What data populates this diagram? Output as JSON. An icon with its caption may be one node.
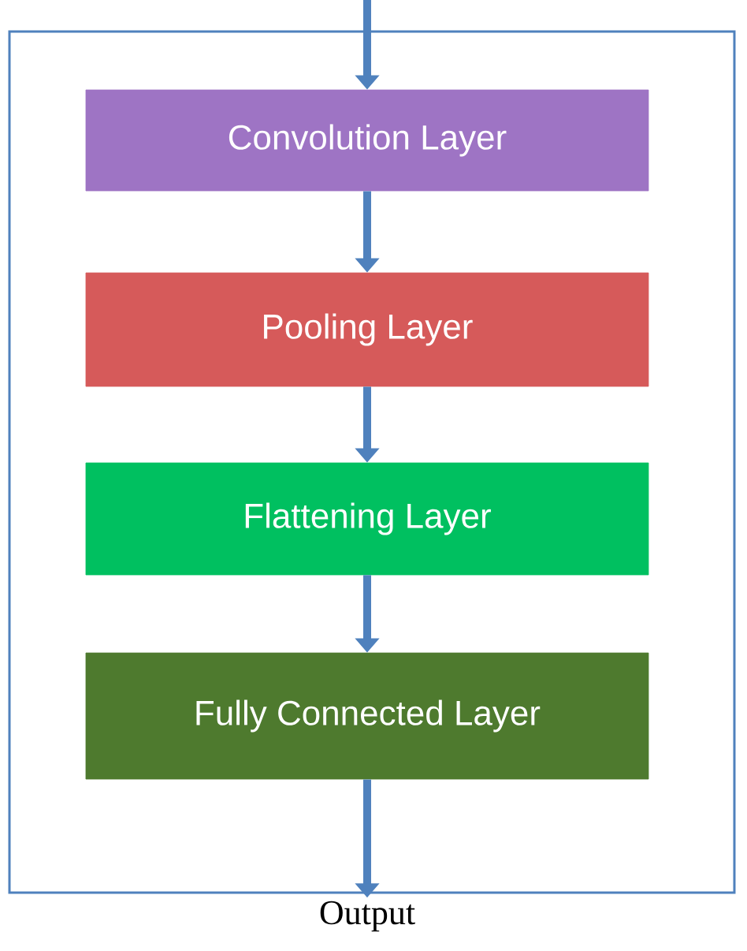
{
  "diagram": {
    "nodes": [
      {
        "text": [
          "Convolution Layer"
        ]
      },
      {
        "text": [
          "Pooling Layer"
        ]
      },
      {
        "text": [
          "Flattening Layer"
        ]
      },
      {
        "text": [
          "Fully Connected Layer"
        ]
      },
      {
        "text": [
          "Output"
        ]
      }
    ],
    "edges": [
      {
        "from": null,
        "to": 0,
        "arrow": "to"
      },
      {
        "from": 0,
        "to": 1,
        "arrow": "to"
      },
      {
        "from": 1,
        "to": 2,
        "arrow": "to"
      },
      {
        "from": 2,
        "to": 3,
        "arrow": "to"
      },
      {
        "from": 3,
        "to": 4,
        "arrow": "to"
      }
    ]
  }
}
